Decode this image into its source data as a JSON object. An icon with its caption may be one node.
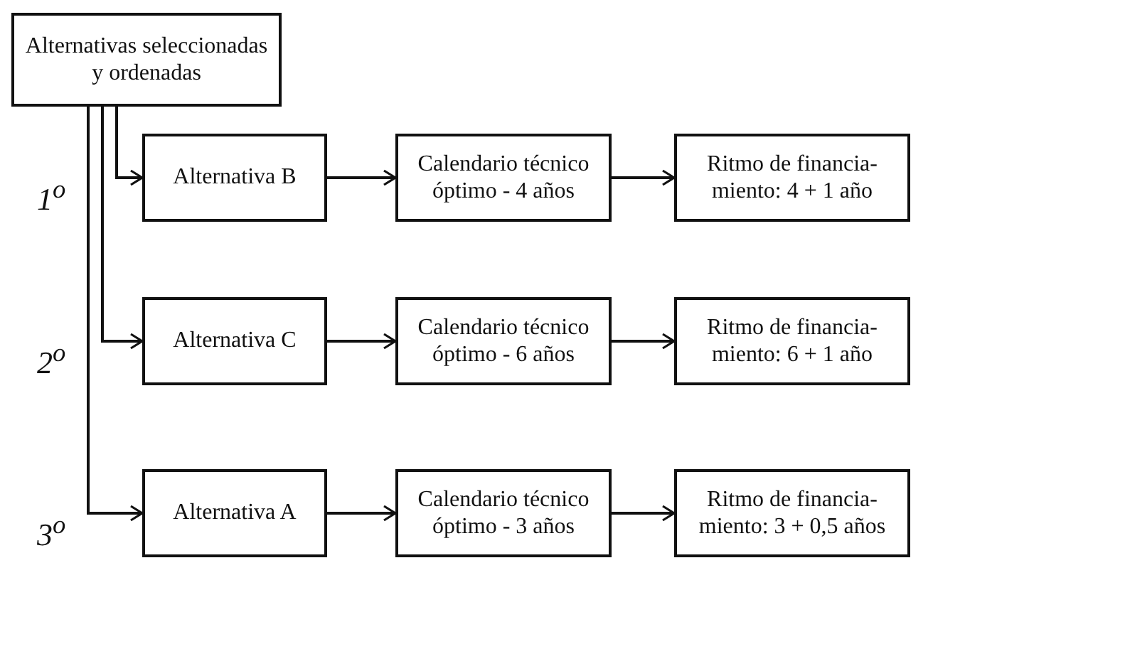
{
  "diagram": {
    "nodes": [
      {
        "text": [
          "Alternativas seleccionadas y ordenadas"
        ]
      },
      {
        "text": [
          "Alternativa B"
        ]
      },
      {
        "text": [
          "Calendario técnico óptimo - 4 años"
        ]
      },
      {
        "text": [
          "Ritmo de financia- miento: 4 + 1 año"
        ]
      },
      {
        "text": [
          "Alternativa C"
        ]
      },
      {
        "text": [
          "Calendario técnico óptimo - 6 años"
        ]
      },
      {
        "text": [
          "Ritmo de financia- miento: 6 + 1 año"
        ]
      },
      {
        "text": [
          "Alternativa A"
        ]
      },
      {
        "text": [
          "Calendario técnico óptimo - 3 años"
        ]
      },
      {
        "text": [
          "Ritmo de financia- miento: 3 + 0,5 años"
        ]
      }
    ],
    "edges": [
      {
        "from": 0,
        "to": 1,
        "arrow": "to"
      },
      {
        "from": 1,
        "to": 2,
        "arrow": "to"
      },
      {
        "from": 2,
        "to": 3,
        "arrow": "to"
      },
      {
        "from": 0,
        "to": 4,
        "arrow": "to"
      },
      {
        "from": 4,
        "to": 5,
        "arrow": "to"
      },
      {
        "from": 5,
        "to": 6,
        "arrow": "to"
      },
      {
        "from": 0,
        "to": 7,
        "arrow": "to"
      },
      {
        "from": 7,
        "to": 8,
        "arrow": "to"
      },
      {
        "from": 8,
        "to": 9,
        "arrow": "to"
      }
    ],
    "labels": [
      "1$^{o}$",
      "2$^{o}$",
      "3$^{o}$"
    ]
  }
}
